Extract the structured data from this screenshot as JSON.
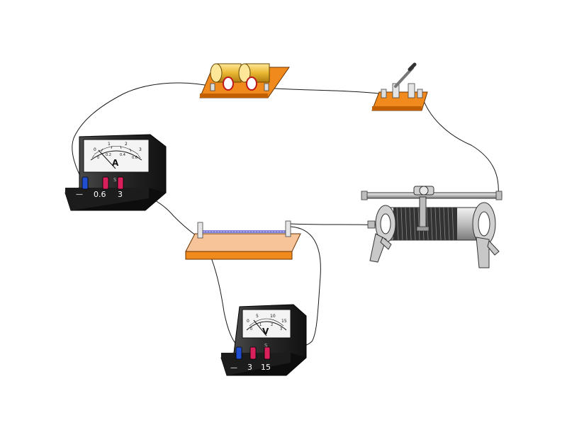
{
  "ammeter": {
    "meter_letter": "A",
    "unit_mark": "S",
    "scale_top": [
      "0",
      "1",
      "2",
      "3"
    ],
    "scale_bottom": [
      "0",
      "0.2",
      "0.4",
      "0.6"
    ],
    "terminal_minus": "—",
    "terminal_1": "0.6",
    "terminal_2": "3"
  },
  "voltmeter": {
    "meter_letter": "V",
    "unit_mark": "S",
    "scale_top": [
      "0",
      "5",
      "10",
      "15"
    ],
    "scale_bottom": [
      "0",
      "1",
      "2",
      "3"
    ],
    "terminal_minus": "—",
    "terminal_1": "3",
    "terminal_2": "15"
  },
  "colors": {
    "wood_orange": "#f08a1c",
    "resistor_board": "#f7c49a",
    "meter_body": "#2b2b2b",
    "terminal_red": "#d8205a",
    "terminal_blue": "#1f4fd0",
    "resistance_wire": "#8080d8"
  }
}
